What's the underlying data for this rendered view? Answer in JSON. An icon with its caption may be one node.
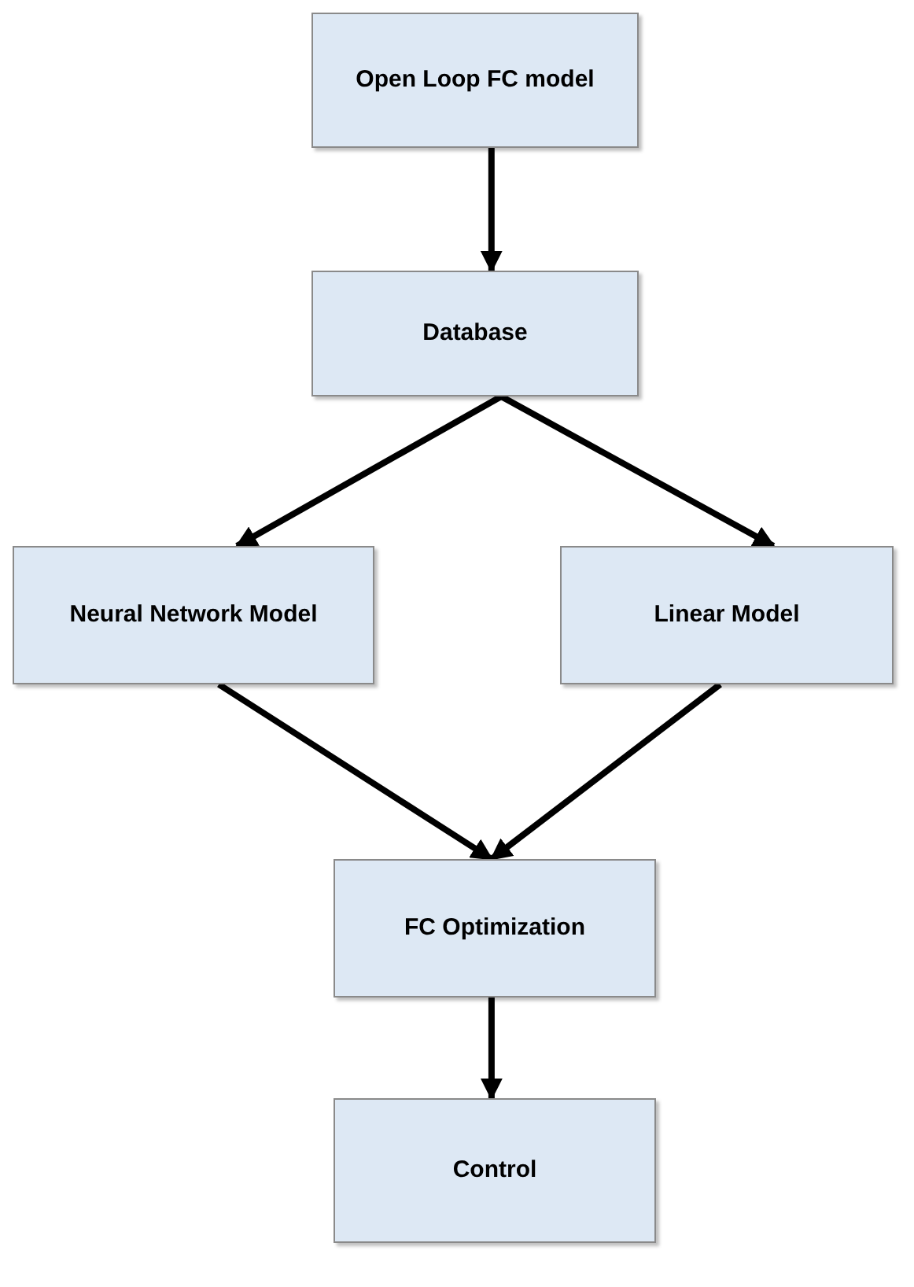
{
  "diagram": {
    "nodes": [
      {
        "text": [
          "Open Loop FC model"
        ]
      },
      {
        "text": [
          "Database"
        ]
      },
      {
        "text": [
          "Neural Network Model"
        ]
      },
      {
        "text": [
          "Linear Model"
        ]
      },
      {
        "text": [
          "FC Optimization"
        ]
      },
      {
        "text": [
          "Control"
        ]
      }
    ],
    "edges": [
      {
        "from": 0,
        "to": 1,
        "arrow": "to"
      },
      {
        "from": 1,
        "to": 2,
        "arrow": "to"
      },
      {
        "from": 1,
        "to": 3,
        "arrow": "to"
      },
      {
        "from": 2,
        "to": 4,
        "arrow": "to"
      },
      {
        "from": 3,
        "to": 4,
        "arrow": "to"
      },
      {
        "from": 4,
        "to": 5,
        "arrow": "to"
      }
    ]
  }
}
